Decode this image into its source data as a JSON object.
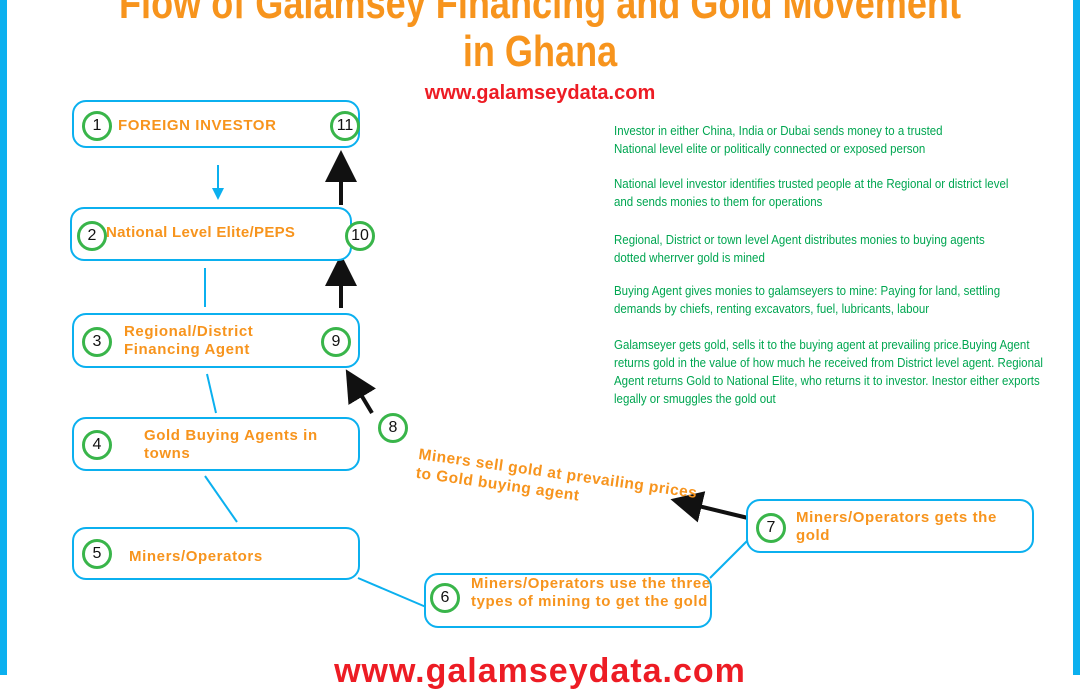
{
  "title": {
    "line1": "Flow of Galamsey Financing and Gold Movement",
    "line2": "in Ghana"
  },
  "website_top": "www.galamseydata.com",
  "website_bottom": "www.galamseydata.com",
  "colors": {
    "border": "#0bb0ef",
    "title": "#f7941d",
    "url": "#ed1c24",
    "notes": "#00a651",
    "circle": "#39b54a"
  },
  "nodes": [
    {
      "num": "1",
      "num2": "11",
      "label": "FOREIGN INVESTOR"
    },
    {
      "num": "2",
      "num2": "10",
      "label": "National Level Elite/PEPS"
    },
    {
      "num": "3",
      "num2": "9",
      "label": "Regional/District Financing Agent"
    },
    {
      "num": "4",
      "label": "Gold Buying Agents in towns"
    },
    {
      "num": "5",
      "label": "Miners/Operators"
    },
    {
      "num": "6",
      "label": "Miners/Operators use the three types of mining to get the gold"
    },
    {
      "num": "7",
      "label": "Miners/Operators gets the gold"
    }
  ],
  "step8": {
    "num": "8",
    "label": "Miners sell gold at prevailing prices to Gold buying agent"
  },
  "notes": [
    "Investor in either China, India or Dubai sends money to a trusted National level elite or politically connected or exposed person",
    "National level investor identifies trusted people at the Regional or district level and sends monies to them for operations",
    "Regional, District or town level Agent distributes monies to buying agents dotted wherrver gold is mined",
    "Buying Agent gives monies to galamseyers to mine: Paying for land, settling demands by chiefs, renting excavators, fuel, lubricants, labour",
    "Galamseyer gets gold, sells it to the buying agent at prevailing price.Buying Agent returns gold in the value of how much he received from District level agent. Regional Agent returns Gold to National Elite, who returns it to investor. Inestor either exports legally or smuggles the gold out"
  ]
}
